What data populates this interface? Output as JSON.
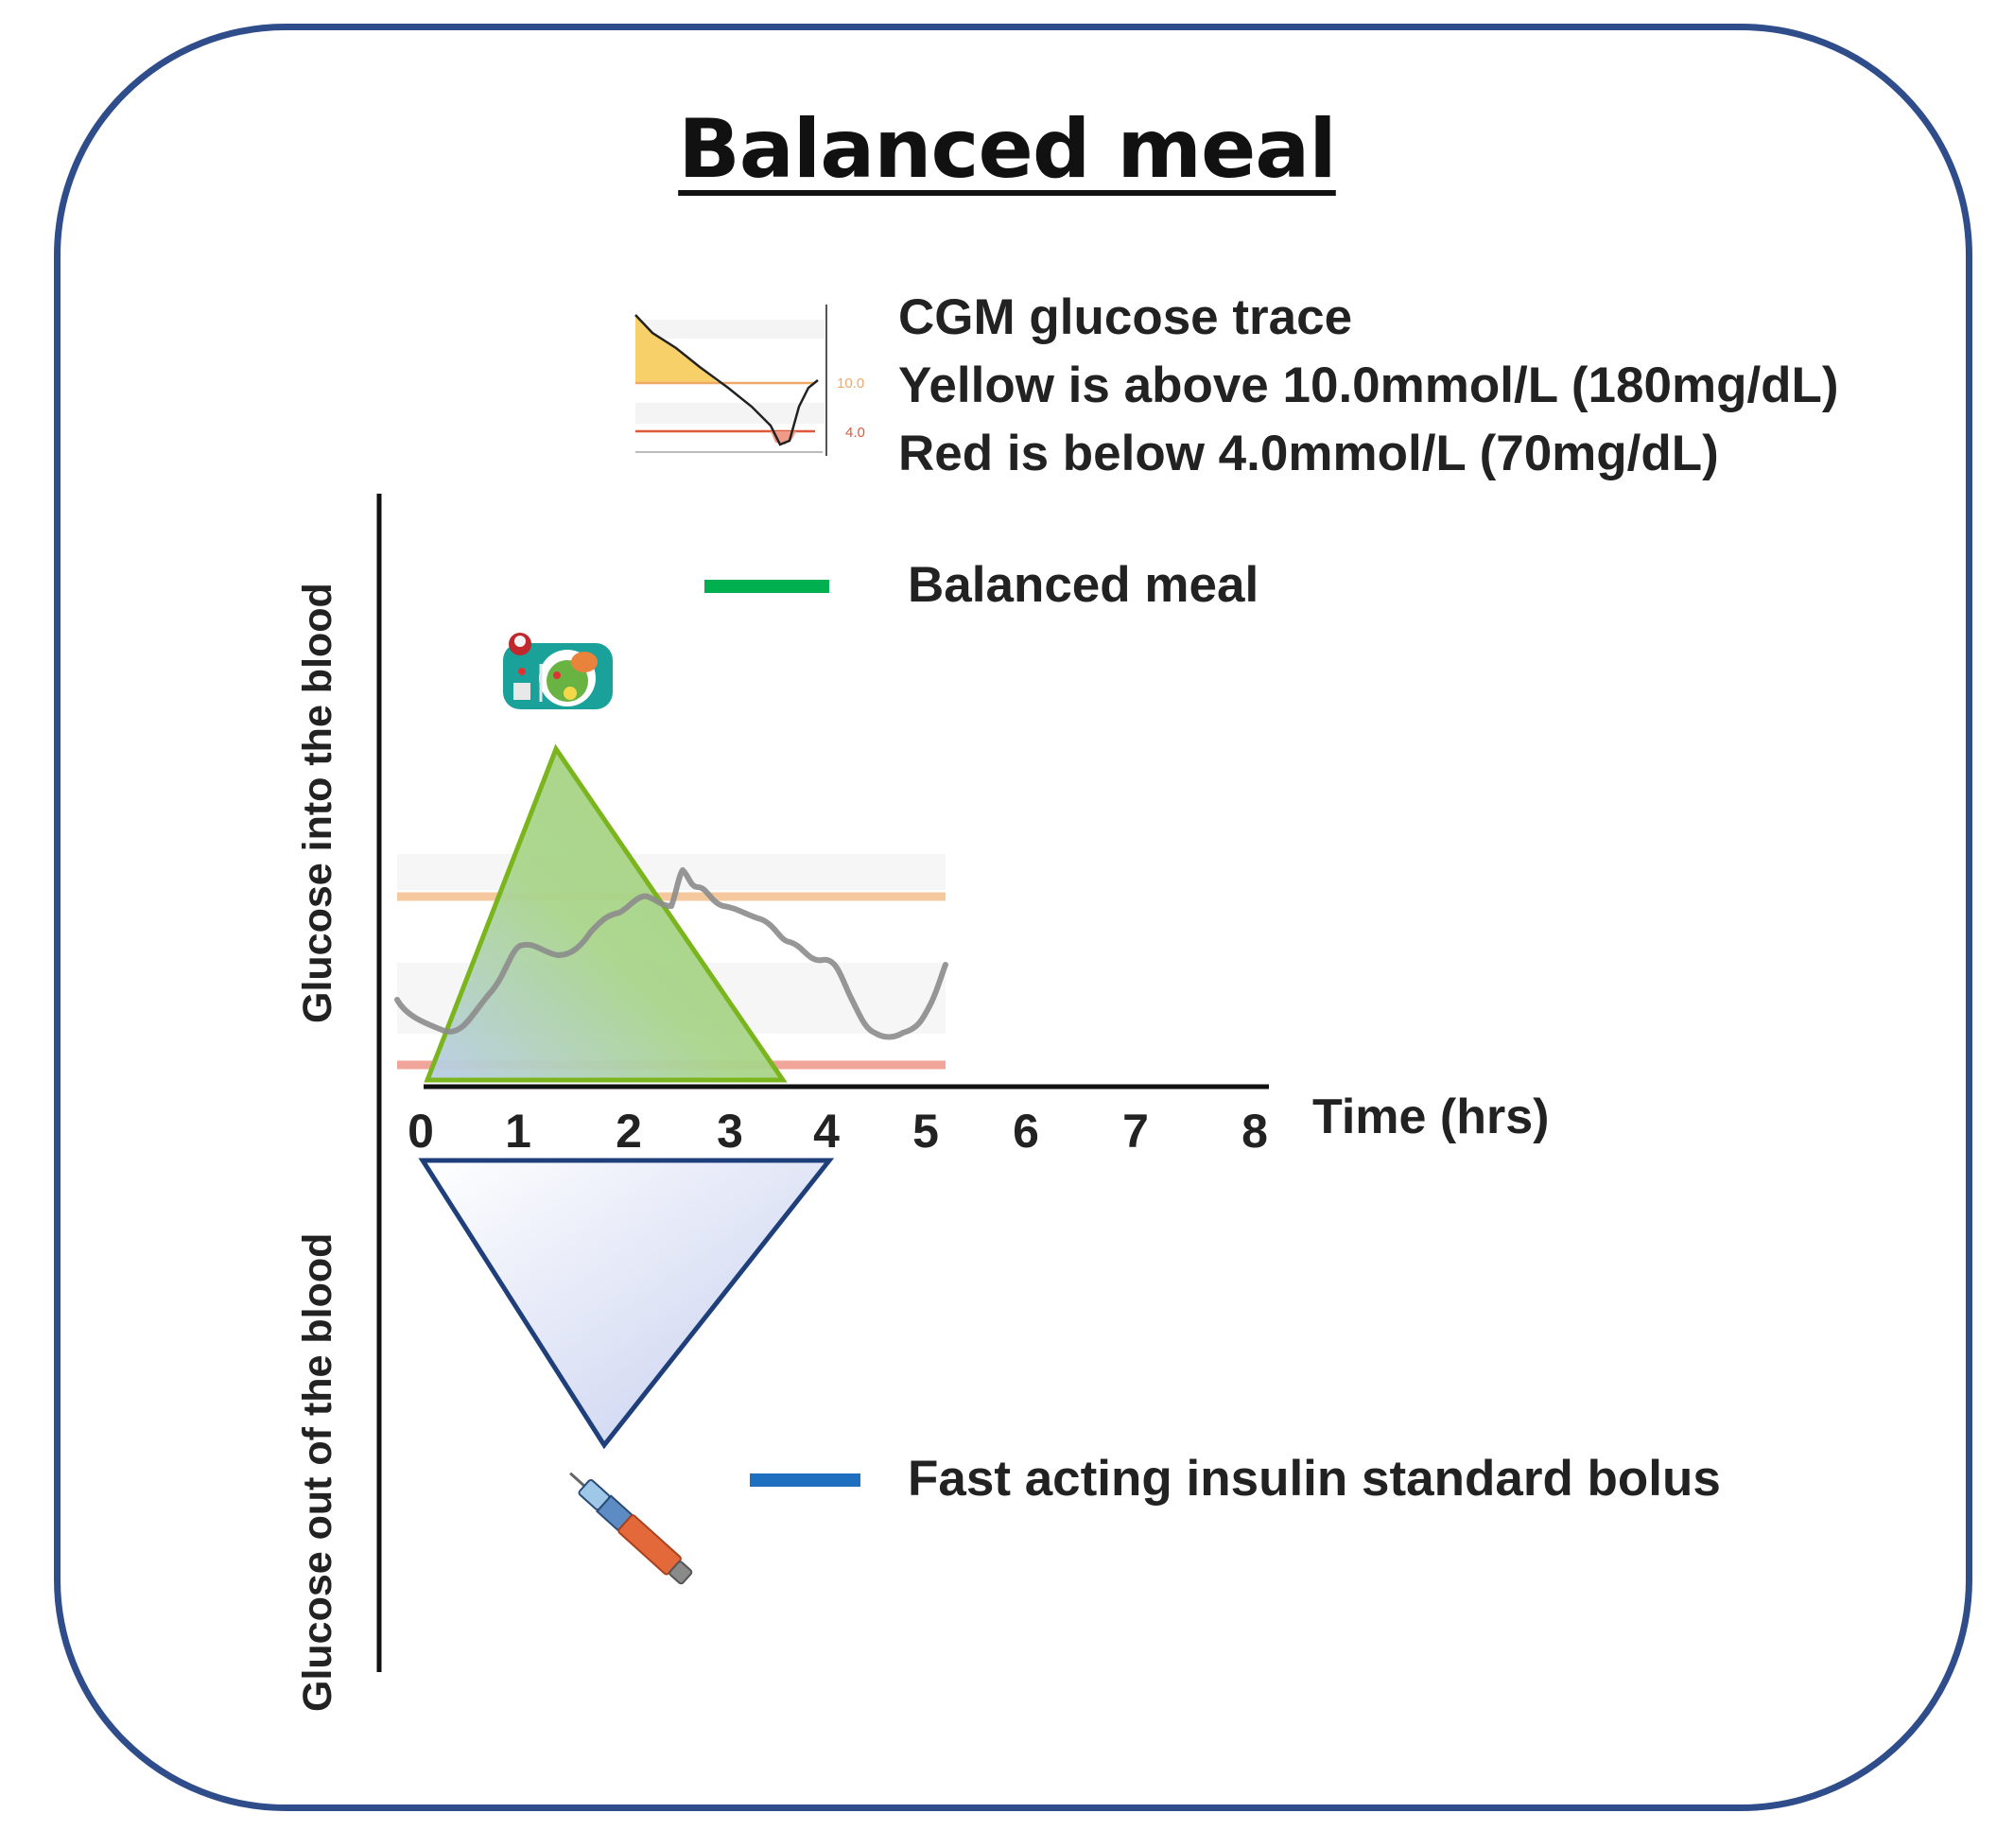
{
  "title": "Balanced meal",
  "cgm_legend": {
    "line1": "CGM glucose trace",
    "line2": "Yellow is above 10.0mmol/L (180mg/dL)",
    "line3": "Red is below 4.0mmol/L (70mg/dL)",
    "mini_high_label": "10.0",
    "mini_low_label": "4.0"
  },
  "legend": {
    "meal_label": "Balanced meal",
    "meal_color": "#00b050",
    "insulin_label": "Fast acting insulin standard bolus",
    "insulin_color": "#1f6fc0"
  },
  "axes": {
    "y_upper_label": "Glucose into the blood",
    "y_lower_label": "Glucose out of the blood",
    "x_label": "Time (hrs)",
    "x_ticks": [
      "0",
      "1",
      "2",
      "3",
      "4",
      "5",
      "6",
      "7",
      "8"
    ]
  },
  "colors": {
    "frame": "#2f4d8a",
    "meal_triangle_stroke": "#7ab51d",
    "meal_triangle_fill": "#a9d58a",
    "insulin_triangle_stroke": "#1f3f7a",
    "insulin_triangle_fill": "#d6dcf2",
    "high_line": "#f6c89d",
    "low_line": "#f0a49a",
    "cgm_trace": "#8c8c8c"
  },
  "icons": {
    "meal": "meal-tray-icon",
    "insulin": "insulin-pen-icon"
  }
}
